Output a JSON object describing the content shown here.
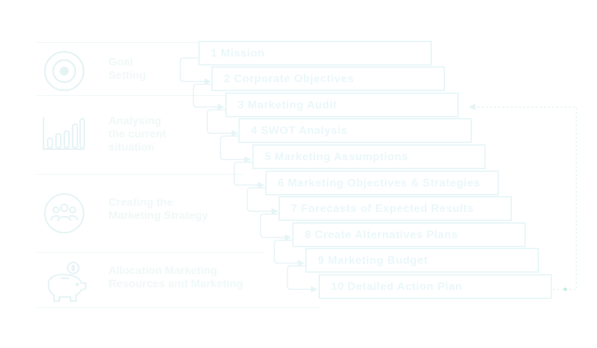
{
  "colors": {
    "box_border": "#e8f6f8",
    "box_text": "#eaf7f9",
    "phase_text": "#f0f8f8",
    "icon_stroke": "#e6f3f5",
    "connector": "#e6f4f6",
    "feedback_dot": "#c8ecd8"
  },
  "phases": [
    {
      "label": "Goal\nSetting",
      "icon": "target-icon"
    },
    {
      "label": "Analysing\nthe current\nsituation",
      "icon": "bar-chart-icon"
    },
    {
      "label": "Creating the\nMarketing Strategy",
      "icon": "team-icon"
    },
    {
      "label": "Allocation Marketing\nResources and Marketing",
      "icon": "piggy-bank-icon"
    }
  ],
  "steps": [
    {
      "label": "1 Mission"
    },
    {
      "label": "2 Corporate Objectives"
    },
    {
      "label": "3 Marketing Audit"
    },
    {
      "label": "4 SWOT Analysis"
    },
    {
      "label": "5 Marketing Assumptions"
    },
    {
      "label": "6 Marketing Objectives & Strategies"
    },
    {
      "label": "7 Forecasts of Expected Results"
    },
    {
      "label": "8 Create Alternatives Plans"
    },
    {
      "label": "9 Marketing Budget"
    },
    {
      "label": "10 Detailed Action Plan"
    }
  ]
}
